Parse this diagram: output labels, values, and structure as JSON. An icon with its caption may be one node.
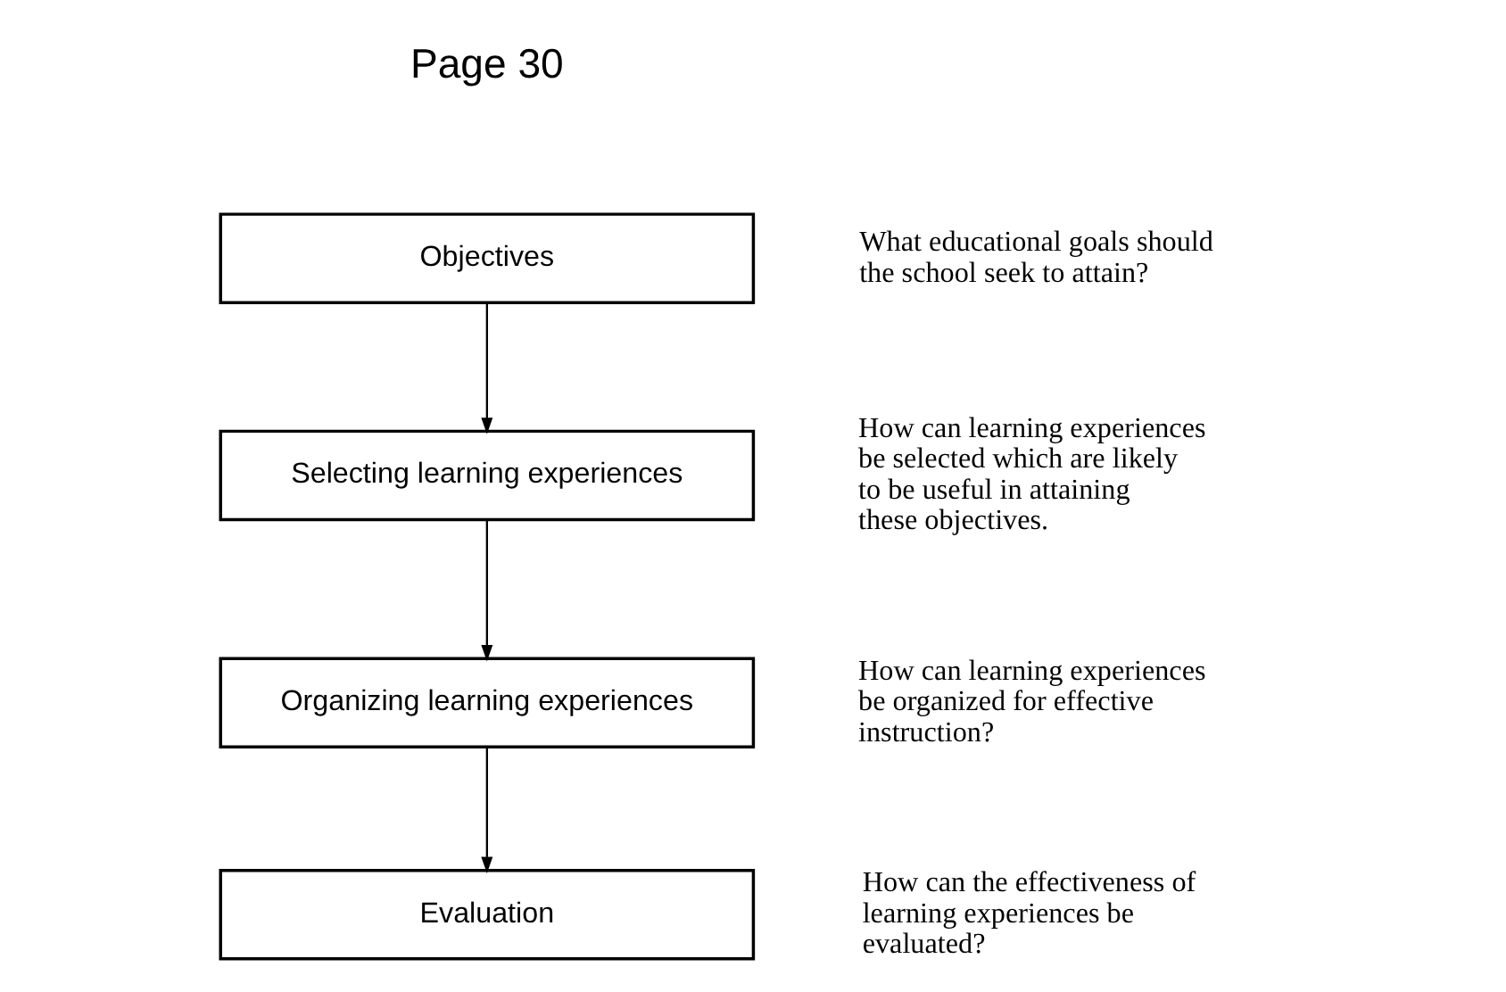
{
  "diagram": {
    "nodes": [
      {
        "text": [
          "Objectives"
        ],
        "beside": [
          "What educational goals should the school seek to attain?"
        ]
      },
      {
        "text": [
          "Selecting learning experiences"
        ],
        "beside": [
          "How can learning experiences be selected which are likely to be useful in attaining these objectives."
        ]
      },
      {
        "text": [
          "Organizing learning experiences"
        ],
        "beside": [
          "How can learning experiences be organized for effective instruction?"
        ]
      },
      {
        "text": [
          "Evaluation"
        ],
        "beside": [
          "How can the effectiveness of learning experiences be evaluated?"
        ]
      }
    ],
    "edges": [
      {
        "from": 0,
        "to": 1,
        "arrow": "to"
      },
      {
        "from": 1,
        "to": 2,
        "arrow": "to"
      },
      {
        "from": 2,
        "to": 3,
        "arrow": "to"
      }
    ],
    "labels": [
      "Page 30"
    ]
  }
}
